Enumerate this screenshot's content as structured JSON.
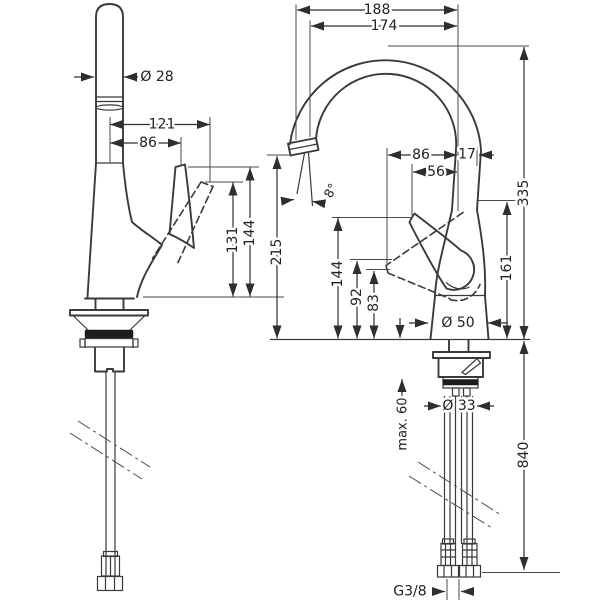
{
  "colors": {
    "line": "#3a3a3a",
    "dark_fill": "#1d1d1d",
    "background": "#ffffff"
  },
  "views": {
    "side_view": {
      "labels": {
        "dia_spout": "Ø 28",
        "width_121": "121",
        "width_86": "86",
        "height_131": "131",
        "height_144": "144"
      }
    },
    "front_view": {
      "labels": {
        "width_188": "188",
        "width_174": "174",
        "width_86": "86",
        "width_17": "17",
        "width_56": "56",
        "angle_8": "8°",
        "height_215": "215",
        "height_144": "144",
        "height_92": "92",
        "height_83": "83",
        "height_161": "161",
        "height_335": "335",
        "dia_base": "Ø 50",
        "max_counter": "max. 60",
        "dia_shank": "Ø 33",
        "height_840": "840",
        "thread": "G3/8"
      }
    }
  }
}
